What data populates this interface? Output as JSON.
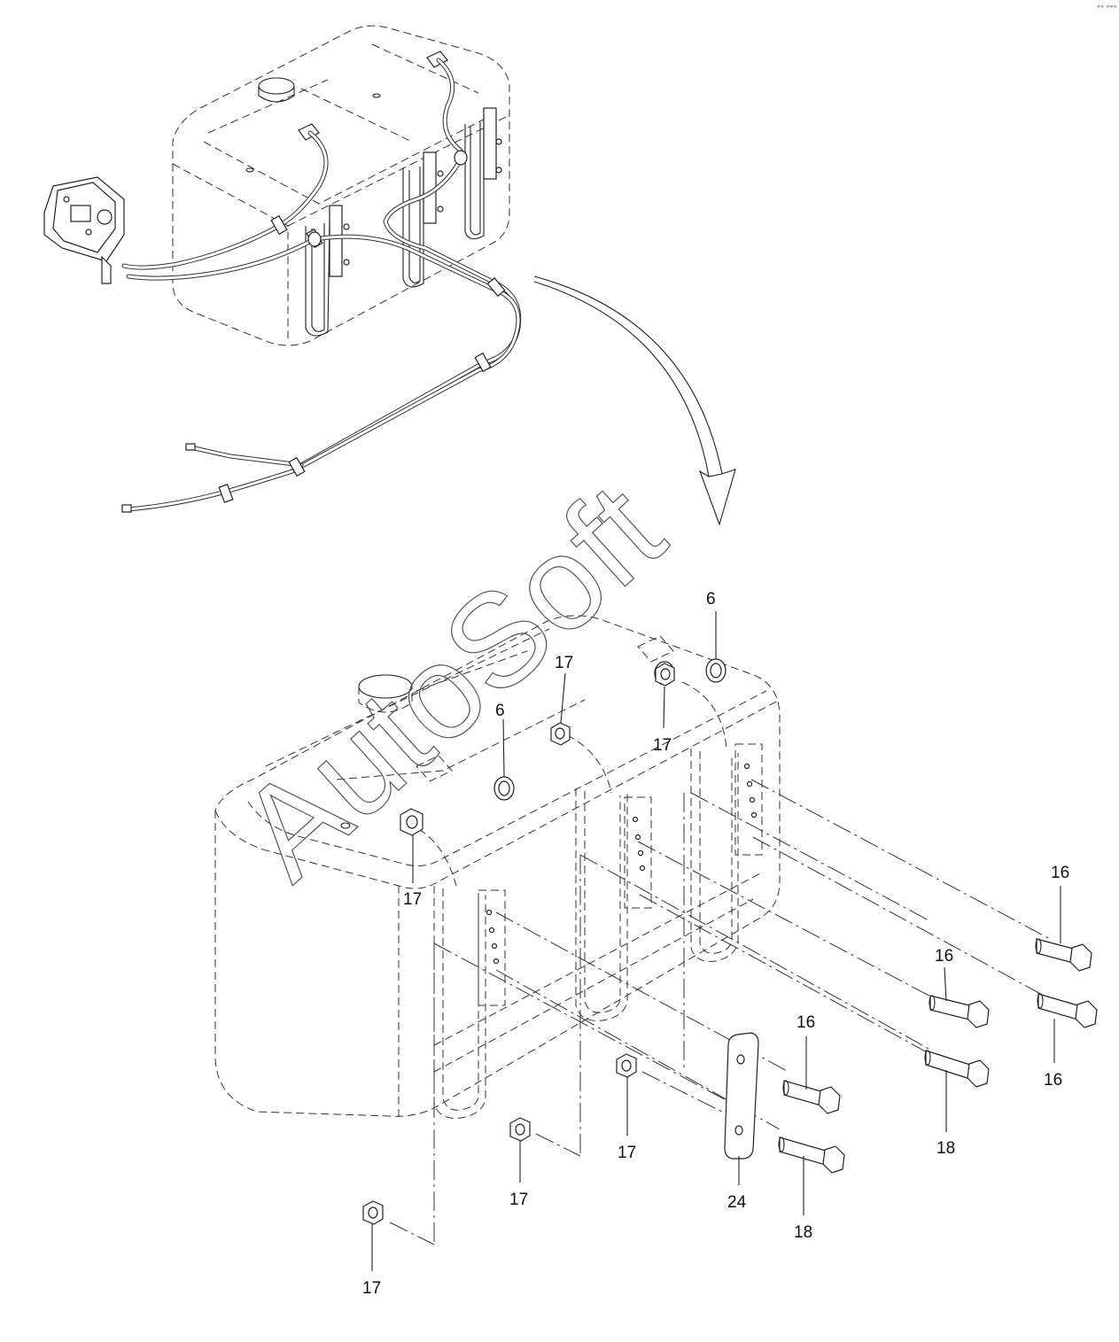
{
  "watermark": "AutoSoft",
  "corner_mark": "°° °°°",
  "callouts": [
    {
      "id": "c6a",
      "text": "6"
    },
    {
      "id": "c6b",
      "text": "6"
    },
    {
      "id": "c17a",
      "text": "17"
    },
    {
      "id": "c17b",
      "text": "17"
    },
    {
      "id": "c17c",
      "text": "17"
    },
    {
      "id": "c17d",
      "text": "17"
    },
    {
      "id": "c17e",
      "text": "17"
    },
    {
      "id": "c17f",
      "text": "17"
    },
    {
      "id": "c17g",
      "text": "17"
    },
    {
      "id": "c16a",
      "text": "16"
    },
    {
      "id": "c16b",
      "text": "16"
    },
    {
      "id": "c16c",
      "text": "16"
    },
    {
      "id": "c16d",
      "text": "16"
    },
    {
      "id": "c18a",
      "text": "18"
    },
    {
      "id": "c18b",
      "text": "18"
    },
    {
      "id": "c24",
      "text": "24"
    }
  ]
}
